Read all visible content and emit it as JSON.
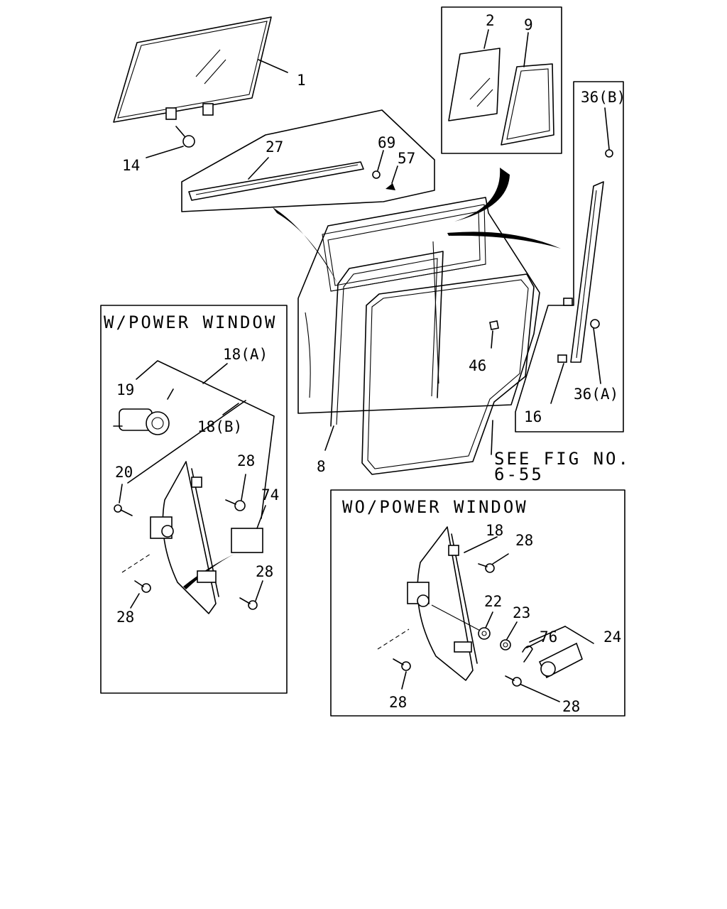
{
  "callouts": {
    "c1": "1",
    "c2": "2",
    "c9": "9",
    "c14": "14",
    "c27": "27",
    "c69": "69",
    "c57": "57",
    "c36b": "36(B)",
    "c36a": "36(A)",
    "c16": "16",
    "c46": "46",
    "c8": "8",
    "c18a": "18(A)",
    "c19": "19",
    "c18b": "18(B)",
    "c20": "20",
    "c28_pw1": "28",
    "c74": "74",
    "c28_pw2": "28",
    "c28_pw3": "28",
    "c18": "18",
    "c28_wo1": "28",
    "c22": "22",
    "c23": "23",
    "c76": "76",
    "c24": "24",
    "c28_wo2": "28",
    "c28_wo3": "28"
  },
  "captions": {
    "power_window": "W/POWER WINDOW",
    "wo_power_window": "WO/POWER WINDOW",
    "see_fig_line1": "SEE FIG NO.",
    "see_fig_line2": "6-55"
  }
}
